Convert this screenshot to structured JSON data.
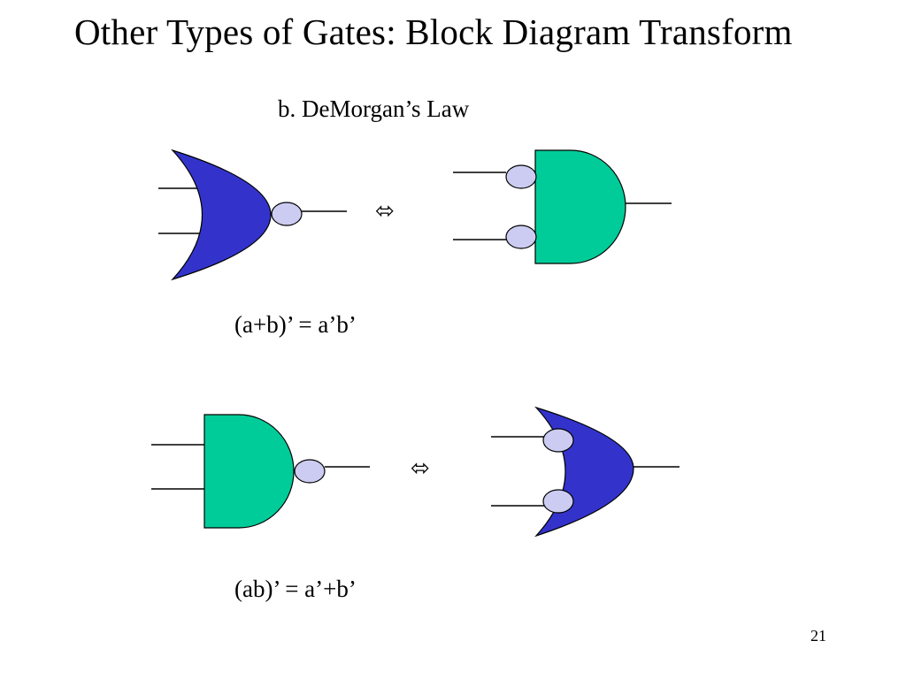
{
  "slide": {
    "title": "Other Types of Gates: Block Diagram Transform",
    "subtitle": "b. DeMorgan’s Law",
    "page_number": "21"
  },
  "equations": {
    "first": "(a+b)’  =  a’b’",
    "second": "(ab)’ = a’+b’"
  },
  "symbols": {
    "equivalence": "⬄"
  },
  "colors": {
    "or_gate_fill": "#3333cc",
    "and_gate_fill": "#00cc99",
    "bubble_fill": "#ccccf2",
    "wire": "#000000"
  }
}
